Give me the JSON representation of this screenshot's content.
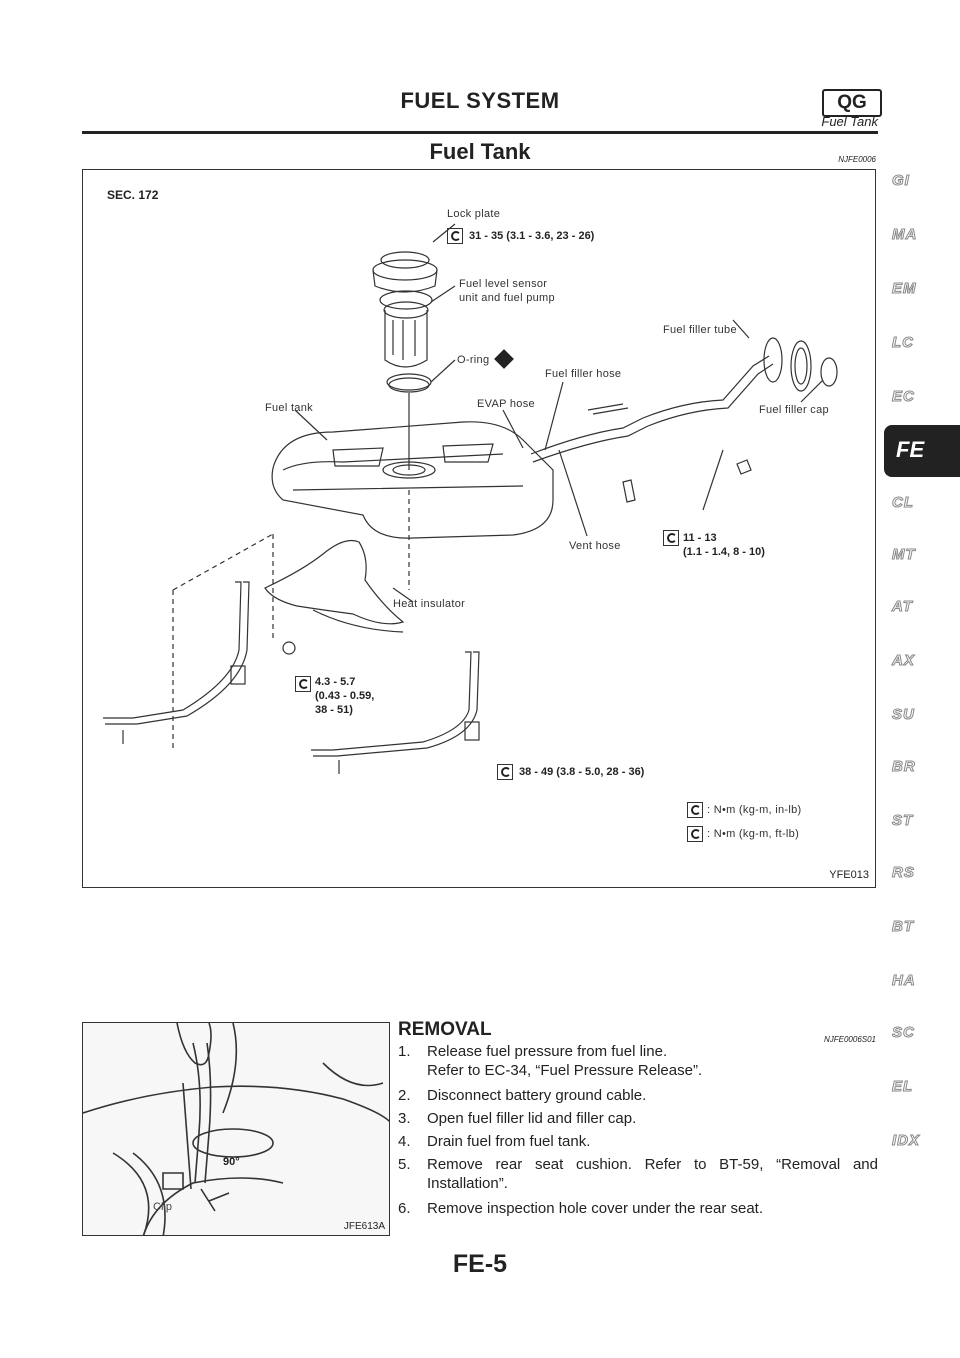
{
  "header": {
    "title": "FUEL SYSTEM",
    "badge": "QG",
    "subtitle": "Fuel Tank"
  },
  "section": {
    "title": "Fuel Tank",
    "code": "NJFE0006"
  },
  "figure": {
    "section_label": "SEC. 172",
    "figure_id": "YFE013",
    "labels": {
      "lock_plate": "Lock plate",
      "sensor_line1": "Fuel level sensor",
      "sensor_line2": "unit and fuel pump",
      "o_ring": "O-ring",
      "fuel_filler_hose": "Fuel filler hose",
      "fuel_filler_tube": "Fuel filler tube",
      "fuel_tank": "Fuel tank",
      "evap_hose": "EVAP hose",
      "fuel_filler_cap": "Fuel filler cap",
      "vent_hose": "Vent hose",
      "heat_insulator": "Heat insulator"
    },
    "torques": {
      "lock_plate": "31 - 35 (3.1 - 3.6, 23 - 26)",
      "bolt_a_line1": "11 - 13",
      "bolt_a_line2": "(1.1 - 1.4, 8 - 10)",
      "insulator_line1": "4.3 - 5.7",
      "insulator_line2": "(0.43 - 0.59,",
      "insulator_line3": "38 - 51)",
      "strap": "38 - 49 (3.8 - 5.0, 28 - 36)"
    },
    "legend": {
      "in_lb": ": N•m (kg-m, in-lb)",
      "ft_lb": ": N•m (kg-m, ft-lb)"
    }
  },
  "side_index": [
    "GI",
    "MA",
    "EM",
    "LC",
    "EC",
    "FE",
    "CL",
    "MT",
    "AT",
    "AX",
    "SU",
    "BR",
    "ST",
    "RS",
    "BT",
    "HA",
    "SC",
    "EL",
    "IDX"
  ],
  "active_tab": "FE",
  "photo": {
    "figure_id": "JFE613A",
    "clip_label": "Clip",
    "angle_label": "90°"
  },
  "removal": {
    "heading": "REMOVAL",
    "code": "NJFE0006S01",
    "steps": [
      {
        "num": "1.",
        "text": "Release fuel pressure from fuel line.",
        "text2": "Refer to EC-34, “Fuel Pressure Release”."
      },
      {
        "num": "2.",
        "text": "Disconnect battery ground cable."
      },
      {
        "num": "3.",
        "text": "Open fuel filler lid and filler cap."
      },
      {
        "num": "4.",
        "text": "Drain fuel from fuel tank."
      },
      {
        "num": "5.",
        "text": "Remove rear seat cushion. Refer to BT-59, “Removal and Installation”."
      },
      {
        "num": "6.",
        "text": "Remove inspection hole cover under the rear seat."
      }
    ]
  },
  "footer": {
    "page": "FE-5"
  }
}
